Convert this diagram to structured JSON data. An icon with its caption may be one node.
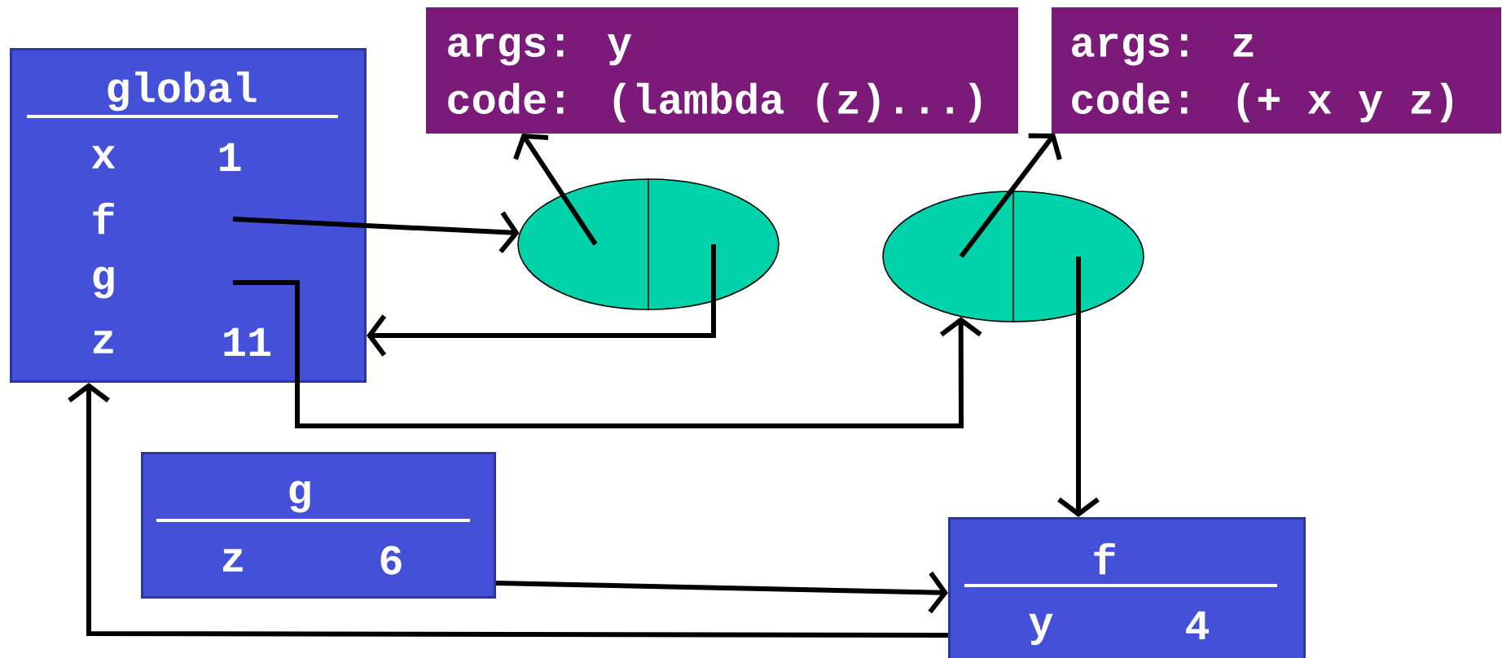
{
  "diagram": {
    "nodes": [
      {
        "text": [
          "global",
          "x",
          "1",
          "f",
          "g",
          "z",
          "11"
        ]
      },
      {
        "text": [
          "args: y",
          "code: (lambda (z)...)"
        ]
      },
      {
        "text": [
          "args: z",
          "code: (+ x y z)"
        ]
      },
      {
        "text": [],
        "shape": "ellipse"
      },
      {
        "text": [],
        "shape": "ellipse"
      },
      {
        "text": [
          "g",
          "z",
          "6"
        ]
      },
      {
        "text": [
          "f",
          "y",
          "4"
        ]
      }
    ],
    "edges": [
      {
        "from": 0,
        "to": 3,
        "arrow": "to"
      },
      {
        "from": 3,
        "to": 1,
        "arrow": "to"
      },
      {
        "from": 3,
        "to": 0,
        "arrow": "to"
      },
      {
        "from": 0,
        "to": 4,
        "arrow": "to"
      },
      {
        "from": 4,
        "to": 2,
        "arrow": "to"
      },
      {
        "from": 4,
        "to": 6,
        "arrow": "to"
      },
      {
        "from": 5,
        "to": 6,
        "arrow": "to"
      },
      {
        "from": 6,
        "to": 0,
        "arrow": "to"
      }
    ]
  }
}
